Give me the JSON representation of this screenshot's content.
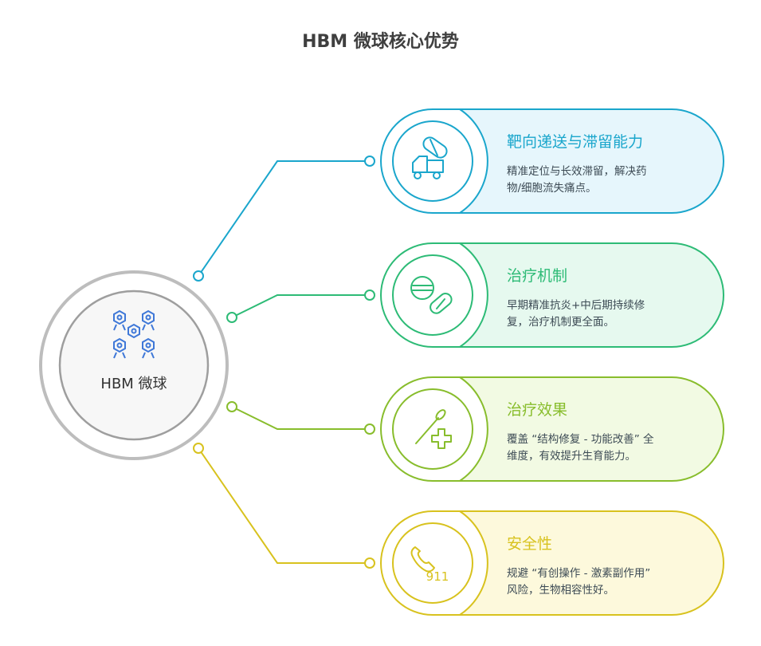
{
  "title": "HBM 微球核心优势",
  "hub": {
    "label": "HBM 微球",
    "icon": "molecule-cluster-icon"
  },
  "items": [
    {
      "title": "靶向递送与滞留能力",
      "desc_lines": [
        "精准定位与长效滞留，解决药",
        "物/细胞流失痛点。"
      ],
      "icon": "delivery-truck-capsule-icon",
      "color": "#1aa6cc",
      "fill": "#e6f6fc"
    },
    {
      "title": "治疗机制",
      "desc_lines": [
        "早期精准抗炎+中后期持续修",
        "复，治疗机制更全面。"
      ],
      "icon": "pills-icon",
      "color": "#2dbb76",
      "fill": "#e6f9ef"
    },
    {
      "title": "治疗效果",
      "desc_lines": [
        "覆盖 “结构修复 - 功能改善” 全",
        "维度，有效提升生育能力。"
      ],
      "icon": "swab-medical-cross-icon",
      "color": "#88bd2c",
      "fill": "#f2fae3"
    },
    {
      "title": "安全性",
      "desc_lines": [
        "规避 “有创操作 - 激素副作用”",
        "风险，生物相容性好。"
      ],
      "icon": "emergency-phone-911-icon",
      "icon_text": "911",
      "color": "#d8c21e",
      "fill": "#fdf9dc"
    }
  ]
}
